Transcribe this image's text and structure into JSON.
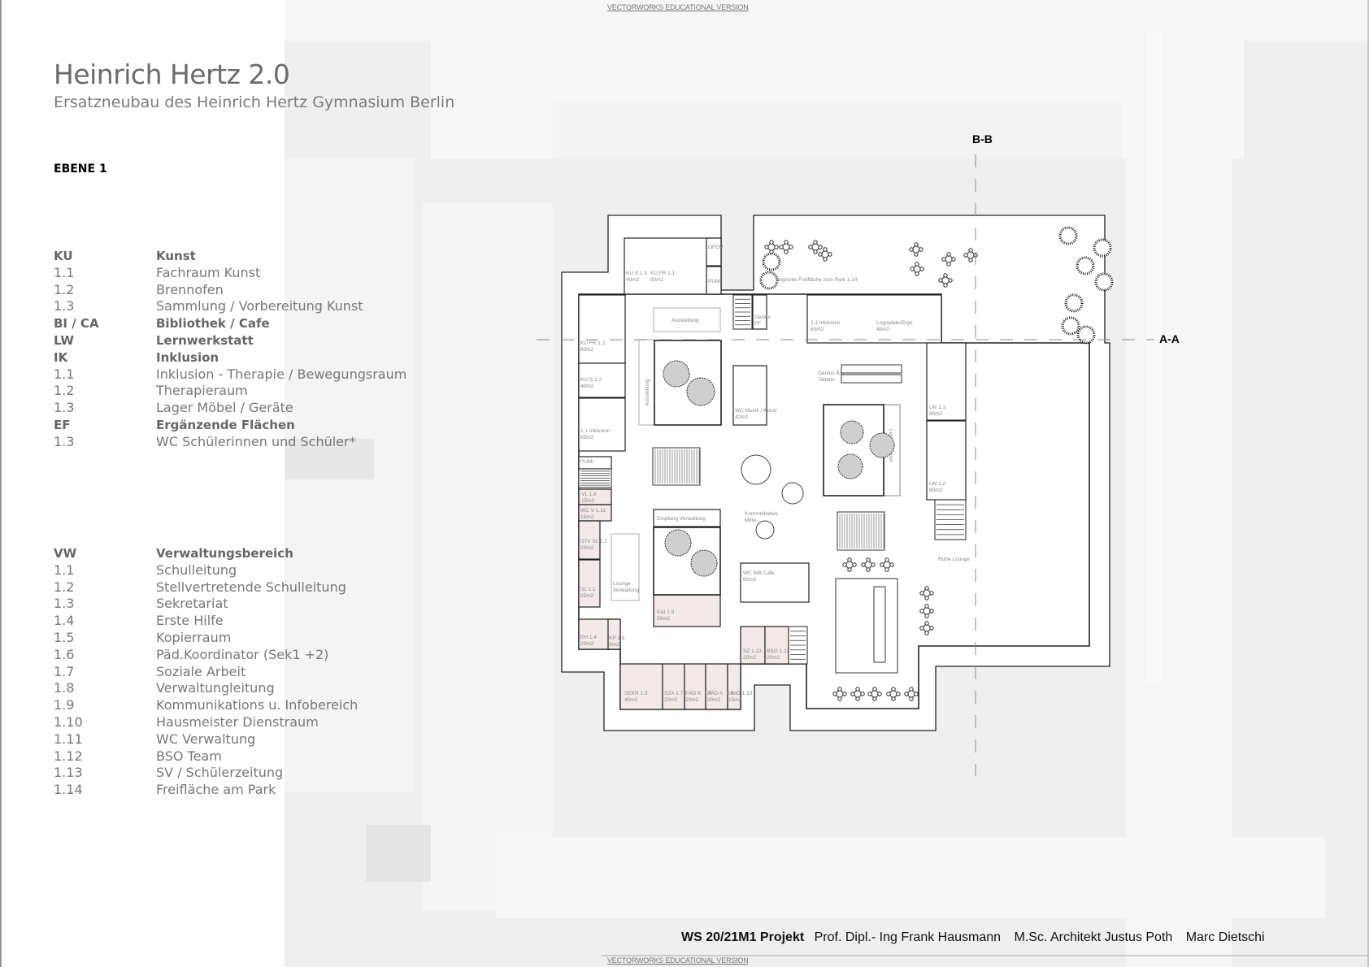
{
  "watermark": "VECTORWORKS EDUCATIONAL VERSION",
  "header": {
    "title": "Heinrich Hertz 2.0",
    "subtitle": "Ersatzneubau des Heinrich Hertz Gymnasium Berlin",
    "level": "EBENE 1"
  },
  "legend_main": [
    {
      "code": "KU",
      "label": "Kunst",
      "head": true
    },
    {
      "code": "1.1",
      "label": "Fachraum Kunst"
    },
    {
      "code": "1.2",
      "label": "Brennofen"
    },
    {
      "code": "1.3",
      "label": "Sammlung / Vorbereitung Kunst"
    },
    {
      "code": "BI  / CA",
      "label": "Bibliothek / Cafe",
      "head": true
    },
    {
      "code": "LW",
      "label": "Lernwerkstatt",
      "head": true
    },
    {
      "code": "IK",
      "label": "Inklusion",
      "head": true
    },
    {
      "code": "1.1",
      "label": "Inklusion - Therapie / Bewegungsraum"
    },
    {
      "code": "1.2",
      "label": "Therapieraum"
    },
    {
      "code": "1.3",
      "label": "Lager Möbel / Geräte"
    },
    {
      "code": "EF",
      "label": "Ergänzende Flächen",
      "head": true
    },
    {
      "code": "1.3",
      "label": "WC Schülerinnen und Schüler*"
    }
  ],
  "legend_admin": [
    {
      "code": "VW",
      "label": "Verwaltungsbereich",
      "head": true
    },
    {
      "code": "1.1",
      "label": "Schulleitung"
    },
    {
      "code": "1.2",
      "label": "Stellvertretende Schulleitung"
    },
    {
      "code": "1.3",
      "label": "Sekretariat"
    },
    {
      "code": "1.4",
      "label": "Erste Hilfe"
    },
    {
      "code": "1.5",
      "label": "Kopierraum"
    },
    {
      "code": "1.6",
      "label": "Päd.Koordinator (Sek1 +2)"
    },
    {
      "code": "1.7",
      "label": "Soziale Arbeit"
    },
    {
      "code": "1.8",
      "label": "Verwaltungleitung"
    },
    {
      "code": "1.9",
      "label": "Kommunikations u. Infobereich"
    },
    {
      "code": "1.10",
      "label": "Hausmeister Dienstraum"
    },
    {
      "code": "1.11",
      "label": "WC Verwaltung"
    },
    {
      "code": "1.12",
      "label": "BSO Team"
    },
    {
      "code": "1.13",
      "label": "SV / Schülerzeitung"
    },
    {
      "code": "1.14",
      "label": "Freifläche am Park"
    }
  ],
  "sections": {
    "bb": "B-B",
    "aa": "A-A"
  },
  "plan": {
    "colors": {
      "wall": "#222222",
      "admin_fill": "#f3e9e9",
      "tree": "#cfcfcf",
      "site": "#efefef"
    },
    "rooms": [
      {
        "id": "ku-fr-1-1",
        "name": "KU FR 1.1",
        "area": "90m2"
      },
      {
        "id": "ku-s-1-3",
        "name": "KU S 1.3",
        "area": "40m2"
      },
      {
        "id": "ofen",
        "name": "OFEN",
        "area": ""
      },
      {
        "id": "pumi-top",
        "name": "PUMI",
        "area": ""
      },
      {
        "id": "ku-fr-1-2",
        "name": "KU FR 1.2",
        "area": "80m2"
      },
      {
        "id": "ku-s-1-2",
        "name": "KU S 1.2",
        "area": "40m2"
      },
      {
        "id": "inklusion-left",
        "name": "1.1 Inklusion",
        "area": "65m2"
      },
      {
        "id": "ausstellung",
        "name": "Ausstellung",
        "area": ""
      },
      {
        "id": "ausstellung-v",
        "name": "Ausstellung",
        "area": ""
      },
      {
        "id": "geraete",
        "name": "Geräte",
        "area": "FF"
      },
      {
        "id": "wc-musik",
        "name": "WC Musik / Kunst",
        "area": "42m2"
      },
      {
        "id": "inklusion-top",
        "name": "1.1 Inklusion",
        "area": "65m2"
      },
      {
        "id": "logopaede",
        "name": "Logopäde/Ergo",
        "area": "40m2"
      },
      {
        "id": "freiflaeche",
        "name": "Begrünte Freifläche zum Park 1.14",
        "area": ""
      },
      {
        "id": "genius-bar",
        "name": "Genius Bar",
        "area": "Tablets"
      },
      {
        "id": "lesen",
        "name": "Lesen am Hof",
        "area": ""
      },
      {
        "id": "lw-1-1",
        "name": "LW 1.1",
        "area": "80m2"
      },
      {
        "id": "lw-1-2",
        "name": "LW 1.2",
        "area": "80m2"
      },
      {
        "id": "kommunikative-mitte",
        "name": "Kommnikative",
        "area": "Mitte"
      },
      {
        "id": "pumi-left",
        "name": "PUMI",
        "area": ""
      },
      {
        "id": "vl-1-8",
        "name": "VL 1.8",
        "area": "15m2"
      },
      {
        "id": "wc-v-1-11",
        "name": "WC V 1.11",
        "area": "15m2"
      },
      {
        "id": "stv-sl-1-2",
        "name": "STV SL 1.2",
        "area": "20m2"
      },
      {
        "id": "sl-1-1",
        "name": "SL 1.1",
        "area": "25m2"
      },
      {
        "id": "eh-1-4",
        "name": "EH 1.4",
        "area": "20m2"
      },
      {
        "id": "kp-1-5",
        "name": "KP 1.5",
        "area": "8m2"
      },
      {
        "id": "lounge",
        "name": "Lounge",
        "area": "Verwaltung"
      },
      {
        "id": "empfang",
        "name": "Empfang Verwaltung",
        "area": ""
      },
      {
        "id": "ki-1-9",
        "name": "K&I 1.9",
        "area": "50m2"
      },
      {
        "id": "wc-bib",
        "name": "WC BIB Cafe",
        "area": "60m2"
      },
      {
        "id": "sekr-1-3",
        "name": "SEKR 1.3",
        "area": "45m2"
      },
      {
        "id": "sza-1-7",
        "name": "SZA 1.7",
        "area": "20m2"
      },
      {
        "id": "paed-a",
        "name": "PÄD K. 1.6",
        "area": "20m2"
      },
      {
        "id": "paed-b",
        "name": "PÄD K. 1.6",
        "area": "20m2"
      },
      {
        "id": "hmd-1-10",
        "name": "HMD 1.10",
        "area": "15m2"
      },
      {
        "id": "sz-1-13",
        "name": "SZ 1.13",
        "area": "20m2"
      },
      {
        "id": "bso-1-12",
        "name": "BSO 1.12",
        "area": "20m2"
      },
      {
        "id": "ruhe",
        "name": "Ruhe Lounge",
        "area": ""
      }
    ]
  },
  "footer": {
    "project": "WS 20/21M1 Projekt",
    "prof": "Prof. Dipl.- Ing Frank Hausmann",
    "msc": "M.Sc.  Architekt Justus Poth",
    "student": "Marc Dietschi"
  }
}
